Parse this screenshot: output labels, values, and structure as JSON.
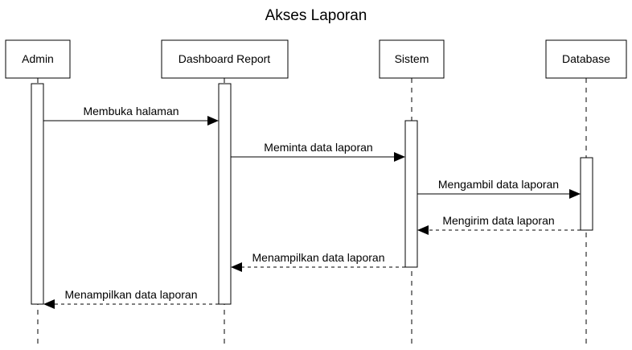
{
  "title": "Akses Laporan",
  "participants": [
    {
      "id": "admin",
      "label": "Admin"
    },
    {
      "id": "dashboard",
      "label": "Dashboard Report"
    },
    {
      "id": "sistem",
      "label": "Sistem"
    },
    {
      "id": "database",
      "label": "Database"
    }
  ],
  "messages": [
    {
      "from": "admin",
      "to": "dashboard",
      "label": "Membuka halaman",
      "kind": "sync"
    },
    {
      "from": "dashboard",
      "to": "sistem",
      "label": "Meminta data laporan",
      "kind": "sync"
    },
    {
      "from": "sistem",
      "to": "database",
      "label": "Mengambil data laporan",
      "kind": "sync"
    },
    {
      "from": "database",
      "to": "sistem",
      "label": "Mengirim data laporan",
      "kind": "return"
    },
    {
      "from": "sistem",
      "to": "dashboard",
      "label": "Menampilkan data laporan",
      "kind": "return"
    },
    {
      "from": "dashboard",
      "to": "admin",
      "label": "Menampilkan data laporan",
      "kind": "return"
    }
  ]
}
